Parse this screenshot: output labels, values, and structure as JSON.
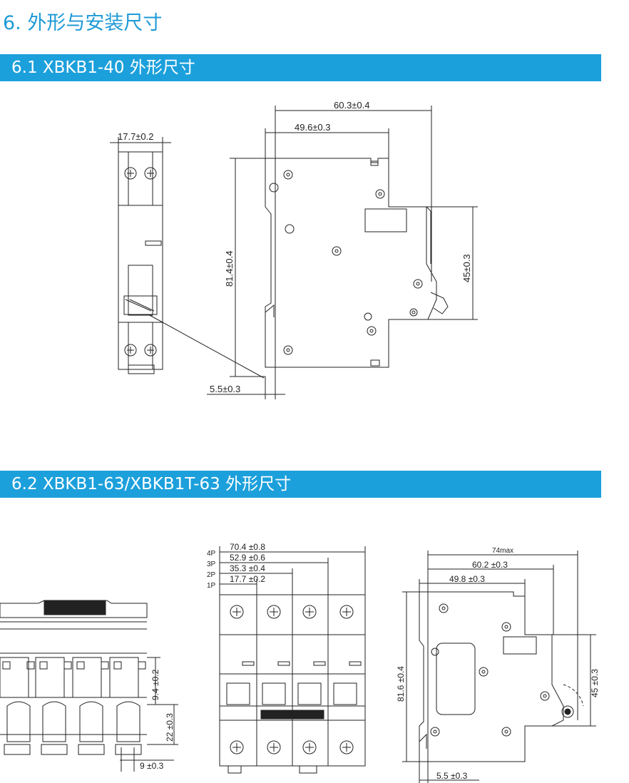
{
  "page_title": "6. 外形与安装尺寸",
  "section1": {
    "title": "6.1  XBKB1-40 外形尺寸",
    "dims": {
      "width": "17.7±0.2",
      "depth_total": "60.3±0.4",
      "depth_rail": "49.6±0.3",
      "height": "81.4±0.4",
      "front_height": "45±0.3",
      "rail_offset": "5.5±0.3"
    }
  },
  "section2": {
    "title": "6.2  XBKB1-63/XBKB1T-63 外形尺寸",
    "dims": {
      "pitch": "9.4 ±0.2",
      "terminal": "22 ±0.3",
      "bottom_width": "9 ±0.3",
      "w4p": "70.4 ±0.8",
      "w3p": "52.9 ±0.6",
      "w2p": "35.3 ±0.4",
      "w1p": "17.7 ±0.2",
      "max_depth": "74max",
      "depth_total": "60.2 ±0.3",
      "depth_rail": "49.8 ±0.3",
      "height": "81.6 ±0.4",
      "front_height": "45 ±0.3",
      "rail_offset": "5.5 ±0.3"
    },
    "pole_labels": [
      "4P",
      "3P",
      "2P",
      "1P"
    ]
  }
}
